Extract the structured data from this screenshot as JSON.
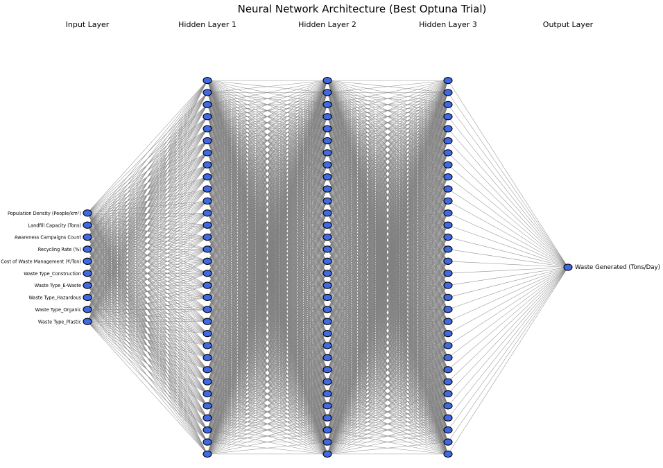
{
  "title": "Neural Network Architecture (Best Optuna Trial)",
  "layers": [
    {
      "label": "Input Layer",
      "size": 10,
      "node_labels": [
        "Population Density (People/km²)",
        "Landfill Capacity (Tons)",
        "Awareness Campaigns Count",
        "Recycling Rate (%)",
        "Cost of Waste Management (₹/Ton)",
        "Waste Type_Construction",
        "Waste Type_E-Waste",
        "Waste Type_Hazardous",
        "Waste Type_Organic",
        "Waste Type_Plastic"
      ]
    },
    {
      "label": "Hidden Layer 1",
      "size": 32,
      "node_labels": []
    },
    {
      "label": "Hidden Layer 2",
      "size": 32,
      "node_labels": []
    },
    {
      "label": "Hidden Layer 3",
      "size": 32,
      "node_labels": []
    },
    {
      "label": "Output Layer",
      "size": 1,
      "node_labels": [
        "Waste Generated (Tons/Day)"
      ]
    }
  ],
  "colors": {
    "node_fill": "#4169e1",
    "node_stroke": "#000000",
    "edge": "#808080"
  }
}
